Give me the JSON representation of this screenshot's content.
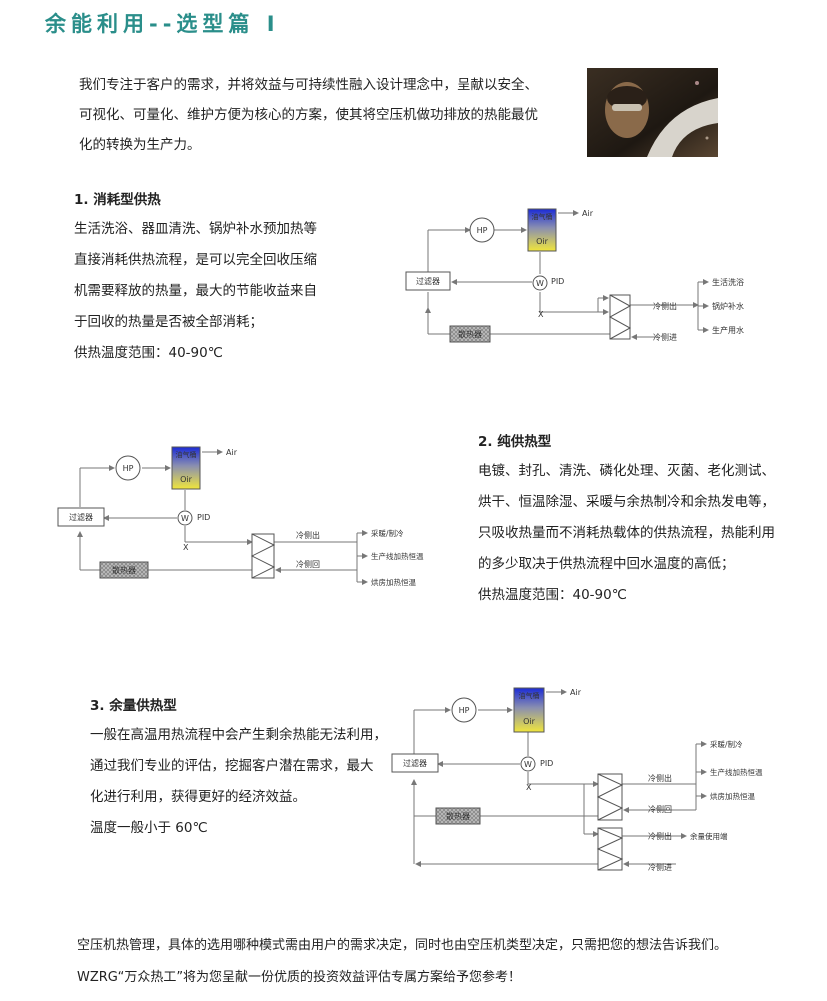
{
  "title": "余能利用--选型篇 I",
  "intro": [
    "我们专注于客户的需求，并将效益与可持续性融入设计理念中，呈献以安全、",
    "可视化、可量化、维护方便为核心的方案，使其将空压机做功排放的热能最优",
    "化的转换为生产力。"
  ],
  "sections": [
    {
      "heading": "1. 消耗型供热",
      "lines": [
        "生活洗浴、器皿清洗、锅炉补水预加热等",
        "直接消耗供热流程，是可以完全回收压缩",
        "机需要释放的热量，最大的节能收益来自",
        "于回收的热量是否被全部消耗；",
        "供热温度范围：40-90℃"
      ]
    },
    {
      "heading": "2. 纯供热型",
      "lines": [
        "电镀、封孔、清洗、磷化处理、灭菌、老化测试、",
        "烘干、恒温除湿、采暖与余热制冷和余热发电等，",
        "只吸收热量而不消耗热载体的供热流程，热能利用",
        "的多少取决于供热流程中回水温度的高低；",
        "供热温度范围：40-90℃"
      ]
    },
    {
      "heading": "3. 余量供热型",
      "lines": [
        "一般在高温用热流程中会产生剩余热能无法利用，",
        "通过我们专业的评估，挖掘客户潜在需求，最大",
        "化进行利用，获得更好的经济效益。",
        "温度一般小于 60℃"
      ]
    }
  ],
  "diagram_labels": {
    "hp": "HP",
    "tank": "油气桶",
    "oir": "Oir",
    "air": "Air",
    "w": "W",
    "pid": "PID",
    "x": "X",
    "filter": "过滤器",
    "radiator": "散热器",
    "cold_out": "冷侧出",
    "cold_in": "冷侧进",
    "cold_return": "冷侧回",
    "d1_uses": [
      "生活洗浴",
      "锅炉补水",
      "生产用水"
    ],
    "d2_uses": [
      "采暖/制冷",
      "生产线加热恒温",
      "烘房加热恒温"
    ],
    "d3_surplus": "余量使用端"
  },
  "footer": [
    "空压机热管理，具体的选用哪种模式需由用户的需求决定，同时也由空压机类型决定，只需把您的想法告诉我们。",
    "WZRG“万众热工”将为您呈献一份优质的投资效益评估专属方案给予您参考！"
  ],
  "colors": {
    "title": "#2a8e8a",
    "tank_top": "#1b2bd6",
    "tank_bottom": "#f0e63c",
    "line": "#777777"
  }
}
